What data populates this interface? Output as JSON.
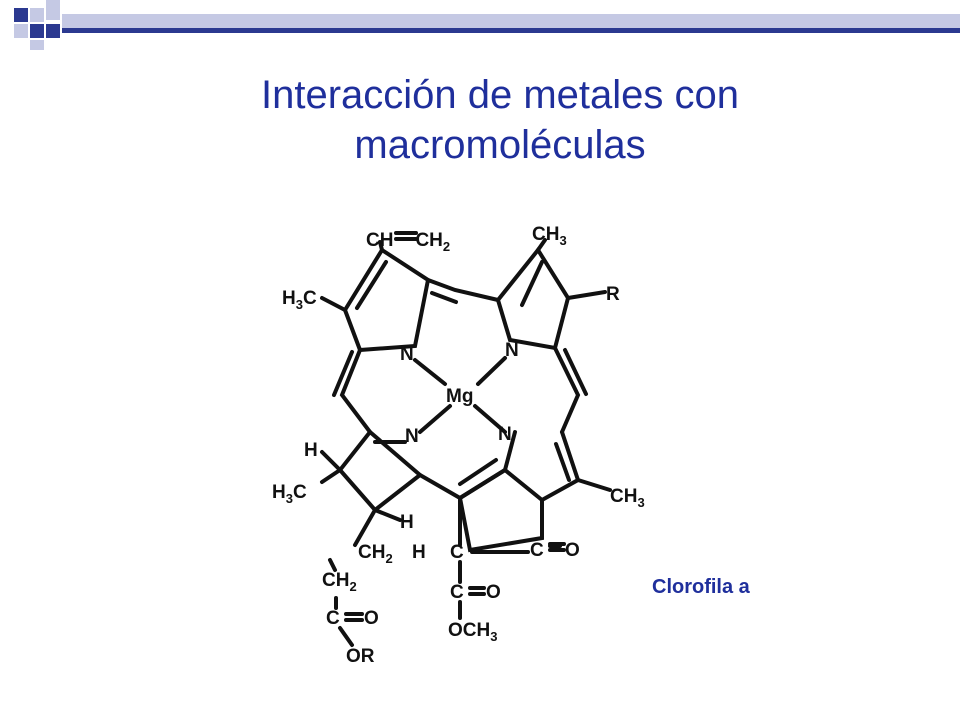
{
  "slide": {
    "title_line1": "Interacción de metales con",
    "title_line2": "macromoléculas",
    "caption": "Clorofila a",
    "colors": {
      "accent": "#1f2f9c",
      "deco_dark": "#2b3990",
      "deco_light": "#c5c9e4"
    }
  },
  "molecule": {
    "labels": {
      "vinyl_ch": "CH",
      "vinyl_ch2": "CH",
      "ch3_top": "CH",
      "r_top": "R",
      "h3c_left": "H",
      "h3c_left_c": "C",
      "n1": "N",
      "n2": "N",
      "mg": "Mg",
      "n3": "N",
      "n4": "N",
      "h_left": "H",
      "h3c_lower": "H",
      "h3c_lower_c": "C",
      "ch3_right": "CH",
      "h_lower": "H",
      "ch2_a": "CH",
      "h_c": "H",
      "c_center": "C",
      "co_ring": "C",
      "o_ring": "O",
      "ch2_b": "CH",
      "c_ester1": "C",
      "o_ester1": "O",
      "c_ester2": "C",
      "o_ester2": "O",
      "och3": "OCH",
      "or": "OR",
      "sub2": "2",
      "sub3": "3"
    }
  }
}
